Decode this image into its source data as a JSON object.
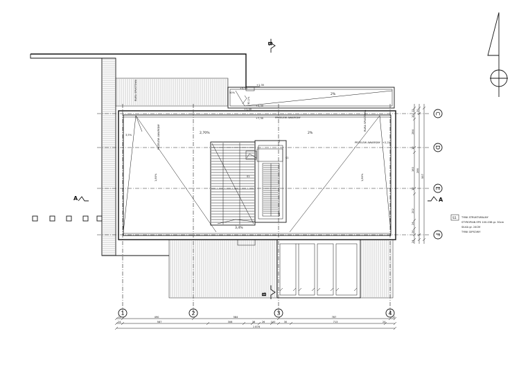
{
  "axes_vertical": [
    "1",
    "2",
    "3",
    "4"
  ],
  "axes_horizontal": [
    "C",
    "D",
    "E",
    "F"
  ],
  "section_marks": {
    "a_left": "A",
    "a_right": "A",
    "b_top": "B",
    "b_bottom": "B"
  },
  "slopes": {
    "top_strip": "2%",
    "roof_left": "2,70%",
    "roof_right": "2%",
    "stair_bottom": "3,4%",
    "vertical_left": "1,80%",
    "vertical_right": "1,80%",
    "small_left": "3,5%",
    "corner_top": "50%",
    "corner_mid": "50,1%"
  },
  "levels": {
    "lvl_1": "+3,35",
    "lvl_2": "+1,35",
    "lvl_3": "+3,30",
    "lvl_4": "+1,40",
    "lvl_5": "+7,30",
    "lvl_6": "+2,22"
  },
  "notes": {
    "rura_left": "RURA SPUSTOWA",
    "rura_right": "RURA SPUSTOWA",
    "przelew_left": "PRZELEW AWARYJNY",
    "przelew_right_1": "PRZELEW AWARYJNY",
    "przelew_right_2": "PRZELEW AWARYJNY"
  },
  "tags": {
    "s1_a": "S1",
    "s1_b": "S1",
    "s1_c": "S1",
    "s1_d": "S1"
  },
  "legend": {
    "tag": "S1",
    "lines": [
      "TYNK STRUKTURALNY",
      "STYROPIAN EPS  100-038 gr. 30cm",
      "SILKA gr. 24CM",
      "TYNK GIPSOWY"
    ]
  },
  "dims_bottom": {
    "row1": [
      "12",
      "490",
      "584",
      "787",
      "12"
    ],
    "row2": [
      "24",
      "587",
      "308",
      "38",
      "26",
      "100",
      "30",
      "713",
      "24"
    ],
    "total": "1 876"
  },
  "dims_right": {
    "row1": [
      "12",
      "10",
      "284",
      "10",
      "160",
      "10",
      "202",
      "24",
      "24",
      "24"
    ],
    "outer": [
      "20",
      "286",
      "597"
    ]
  }
}
